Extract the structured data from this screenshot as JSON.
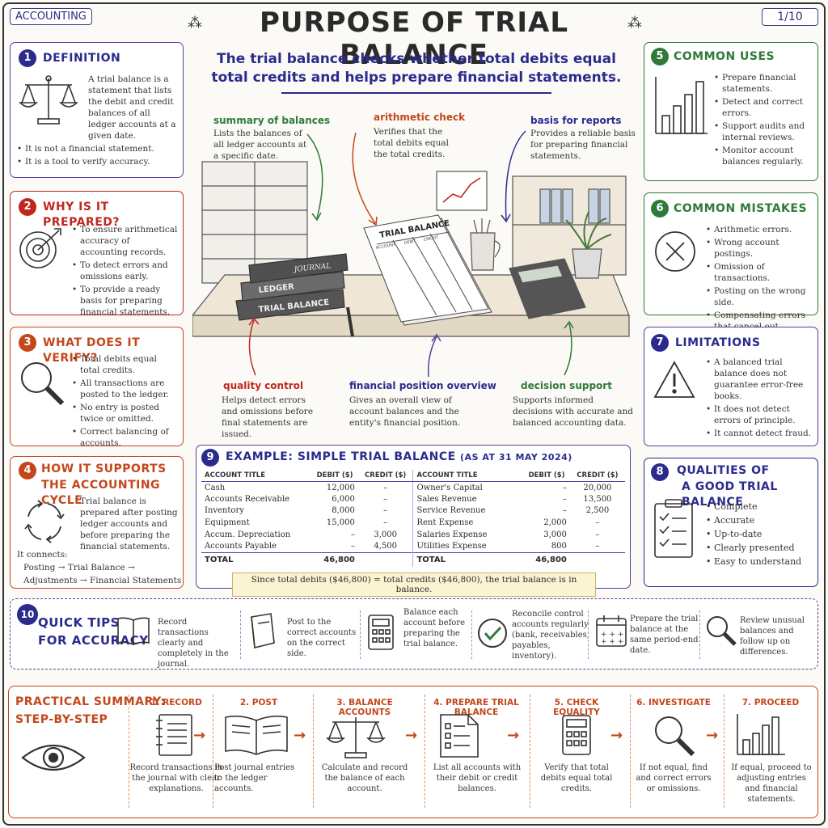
{
  "header": {
    "tag": "ACCOUNTING",
    "title": "PURPOSE OF TRIAL BALANCE",
    "page": "1/10",
    "subtitle": "The trial balance checks whether total debits equal total credits and helps prepare financial statements."
  },
  "colors": {
    "navy": "#2b2b8e",
    "purple": "#5a3d99",
    "red": "#c0271f",
    "orange": "#c4471b",
    "green": "#2f7a3a",
    "blue": "#26408b"
  },
  "cards": {
    "c1": {
      "num": "1",
      "title": "DEFINITION",
      "text": "A trial balance is a statement that lists the debit and credit balances of all ledger accounts at a given date.",
      "bullets": [
        "It is not a financial statement.",
        "It is a tool to verify accuracy."
      ]
    },
    "c2": {
      "num": "2",
      "title": "WHY IS IT PREPARED?",
      "bullets": [
        "To ensure arithmetical accuracy of accounting records.",
        "To detect errors and omissions early.",
        "To provide a ready basis for preparing financial statements."
      ]
    },
    "c3": {
      "num": "3",
      "title": "WHAT DOES IT VERIFY?",
      "bullets": [
        "Total debits equal total credits.",
        "All transactions are posted to the ledger.",
        "No entry is posted twice or omitted.",
        "Correct balancing of accounts."
      ]
    },
    "c4": {
      "num": "4",
      "title_l1": "HOW IT SUPPORTS",
      "title_l2": "THE ACCOUNTING CYCLE",
      "text": "Trial balance is prepared after posting ledger accounts and before preparing the financial statements.",
      "connects": "It connects:",
      "flow1": "Posting → Trial Balance →",
      "flow2": "Adjustments → Financial Statements"
    },
    "c5": {
      "num": "5",
      "title": "COMMON USES",
      "bullets": [
        "Prepare financial statements.",
        "Detect and correct errors.",
        "Support audits and internal reviews.",
        "Monitor account balances regularly."
      ]
    },
    "c6": {
      "num": "6",
      "title": "COMMON MISTAKES",
      "bullets": [
        "Arithmetic errors.",
        "Wrong account postings.",
        "Omission of transactions.",
        "Posting on the wrong side.",
        "Compensating errors that cancel out."
      ]
    },
    "c7": {
      "num": "7",
      "title": "LIMITATIONS",
      "bullets": [
        "A balanced trial balance does not guarantee error-free books.",
        "It does not detect errors of principle.",
        "It cannot detect fraud."
      ]
    },
    "c8": {
      "num": "8",
      "title_l1": "QUALITIES OF",
      "title_l2": "A GOOD TRIAL BALANCE",
      "bullets": [
        "Complete",
        "Accurate",
        "Up-to-date",
        "Clearly presented",
        "Easy to understand"
      ]
    }
  },
  "illustration": {
    "book_journal": "JOURNAL",
    "book_ledger": "LEDGER",
    "book_tb": "TRIAL BALANCE",
    "sheet_title": "TRIAL BALANCE",
    "sheet_cols": [
      "ACCOUNT",
      "DEBIT",
      "CREDIT"
    ],
    "captions": [
      {
        "title": "summary of balances",
        "text": "Lists the balances of all ledger accounts at a specific date."
      },
      {
        "title": "arithmetic check",
        "text": "Verifies that the total debits equal the total credits."
      },
      {
        "title": "basis for reports",
        "text": "Provides a reliable basis for preparing financial statements."
      },
      {
        "title": "quality control",
        "text": "Helps detect errors and omissions before final statements are issued."
      },
      {
        "title": "financial position overview",
        "text": "Gives an overall view of account balances and the entity's financial position."
      },
      {
        "title": "decision support",
        "text": "Supports informed decisions with accurate and balanced accounting data."
      }
    ]
  },
  "example": {
    "num": "9",
    "title": "EXAMPLE: SIMPLE TRIAL BALANCE",
    "date": "(AS AT 31 MAY 2024)",
    "columns": [
      "ACCOUNT TITLE",
      "DEBIT ($)",
      "CREDIT ($)",
      "ACCOUNT TITLE",
      "DEBIT ($)",
      "CREDIT ($)"
    ],
    "rows": [
      [
        "Cash",
        "12,000",
        "–",
        "Owner's Capital",
        "–",
        "20,000"
      ],
      [
        "Accounts Receivable",
        "6,000",
        "–",
        "Sales Revenue",
        "–",
        "13,500"
      ],
      [
        "Inventory",
        "8,000",
        "–",
        "Service Revenue",
        "–",
        "2,500"
      ],
      [
        "Equipment",
        "15,000",
        "–",
        "Rent Expense",
        "2,000",
        "–"
      ],
      [
        "Accum. Depreciation",
        "–",
        "3,000",
        "Salaries Expense",
        "3,000",
        "–"
      ],
      [
        "Accounts Payable",
        "–",
        "4,500",
        "Utilities Expense",
        "800",
        "–"
      ]
    ],
    "total": [
      "TOTAL",
      "46,800",
      "",
      "TOTAL",
      "46,800",
      ""
    ],
    "note": "Since total debits ($46,800) = total credits ($46,800), the trial balance is in balance."
  },
  "tips": {
    "num": "10",
    "title_l1": "QUICK TIPS",
    "title_l2": "FOR ACCURACY",
    "items": [
      "Record transactions clearly and completely in the journal.",
      "Post to the correct accounts on the correct side.",
      "Balance each account before preparing the trial balance.",
      "Reconcile control accounts regularly (bank, receivables, payables, inventory).",
      "Prepare the trial balance at the same period-end date.",
      "Review unusual balances and follow up on differences."
    ]
  },
  "summary": {
    "title_l1": "PRACTICAL SUMMARY:",
    "title_l2": "STEP-BY-STEP",
    "steps": [
      {
        "title": "1. RECORD",
        "text": "Record transactions in the journal with clear explanations."
      },
      {
        "title": "2. POST",
        "text": "Post journal entries to the ledger accounts."
      },
      {
        "title": "3. BALANCE ACCOUNTS",
        "text": "Calculate and record the balance of each account."
      },
      {
        "title": "4. PREPARE TRIAL BALANCE",
        "text": "List all accounts with their debit or credit balances."
      },
      {
        "title": "5. CHECK EQUALITY",
        "text": "Verify that total debits equal total credits."
      },
      {
        "title": "6. INVESTIGATE",
        "text": "If not equal, find and correct errors or omissions."
      },
      {
        "title": "7. PROCEED",
        "text": "If equal, proceed to adjusting entries and financial statements."
      }
    ]
  }
}
